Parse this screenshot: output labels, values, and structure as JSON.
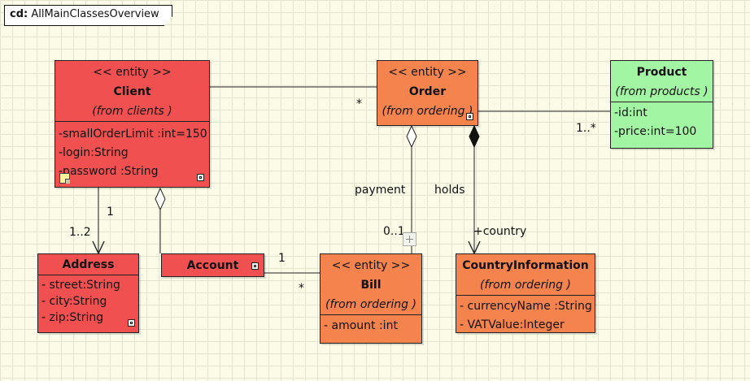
{
  "frame": {
    "kind": "cd:",
    "name": "AllMainClassesOverview"
  },
  "classes": {
    "client": {
      "stereotype": "<< entity >>",
      "name": "Client",
      "package": "(from clients )",
      "attributes": [
        "-smallOrderLimit  :int=150",
        "-login:String",
        "-password :String"
      ]
    },
    "order": {
      "stereotype": "<< entity >>",
      "name": "Order",
      "package": "(from ordering )"
    },
    "product": {
      "name": "Product",
      "package": "(from products )",
      "attributes": [
        "-id:int",
        "-price:int=100"
      ]
    },
    "address": {
      "name": "Address",
      "attributes": [
        "- street:String",
        "- city:String",
        "- zip:String"
      ]
    },
    "account": {
      "name": "Account"
    },
    "bill": {
      "stereotype": "<< entity >>",
      "name": "Bill",
      "package": "(from ordering )",
      "attributes": [
        "- amount :int"
      ]
    },
    "country": {
      "name": "CountryInformation",
      "package": "(from  ordering  )",
      "attributes": [
        "- currencyName  :String",
        "- VATValue:Integer"
      ]
    }
  },
  "labels": {
    "client_order_mult": "*",
    "order_product_mult": "1..*",
    "client_address_near": "1",
    "client_address_far": "1..2",
    "payment": "payment",
    "bill_order_mult": "0..1",
    "holds": "holds",
    "country_role": "+country",
    "account_bill_near": "1",
    "account_bill_far": "*"
  },
  "colors": {
    "client": "#f15050",
    "order": "#f5834e",
    "product": "#a2f5a2",
    "line": "#222222"
  }
}
